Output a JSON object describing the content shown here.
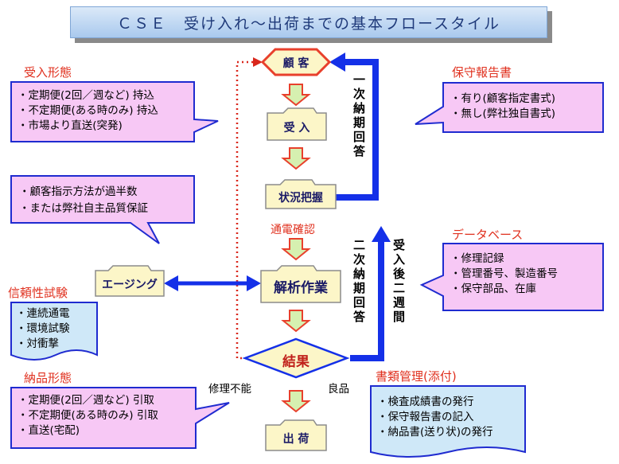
{
  "title": "ＣＳＥ　受け入れ～出荷までの基本フロースタイル",
  "nodes": {
    "customer": "顧 客",
    "receiving": "受 入",
    "status": "状況把握",
    "analysis": "解析作業",
    "result": "結果",
    "shipping": "出 荷",
    "aging": "エージング"
  },
  "flow_labels": {
    "phone_check": "通電確認",
    "first_answer": "一次納期回答",
    "second_answer": "二次納期回答",
    "two_weeks": "受入後二週間",
    "unrepairable": "修理不能",
    "good": "良品"
  },
  "receiving_form": {
    "label": "受入形態",
    "items": [
      "・定期便(2回／週など) 持込",
      "・不定期便(ある時のみ) 持込",
      "・市場より直送(突発)"
    ]
  },
  "customer_method": {
    "items": [
      "・顧客指示方法が過半数",
      "・または弊社自主品質保証"
    ]
  },
  "reliability_test": {
    "label": "信頼性試験",
    "items": [
      "・連続通電",
      "・環境試験",
      "・対衝撃"
    ]
  },
  "delivery_form": {
    "label": "納品形態",
    "items": [
      "・定期便(2回／週など) 引取",
      "・不定期便(ある時のみ) 引取",
      "・直送(宅配)"
    ]
  },
  "maintenance_report": {
    "label": "保守報告書",
    "items": [
      "・有り(顧客指定書式)",
      "・無し(弊社独自書式)"
    ]
  },
  "database": {
    "label": "データベース",
    "items": [
      "・修理記録",
      "・管理番号、製造番号",
      "・保守部品、在庫"
    ]
  },
  "document_mgmt": {
    "label": "書類管理(添付)",
    "items": [
      "・検査成績書の発行",
      "・保守報告書の記入",
      "・納品書(送り状)の発行"
    ]
  },
  "colors": {
    "callout_fill": "#f7c8f5",
    "callout_border": "#1f2bd0",
    "blue_fill": "#cfe8f8",
    "node_fill": "#fcf6c8",
    "node_border": "#8c8c8c",
    "arrow_red": "#e8402c",
    "arrow_green": "#d6f0b0",
    "flow_blue": "#1430e8",
    "label_red": "#e0301e"
  }
}
